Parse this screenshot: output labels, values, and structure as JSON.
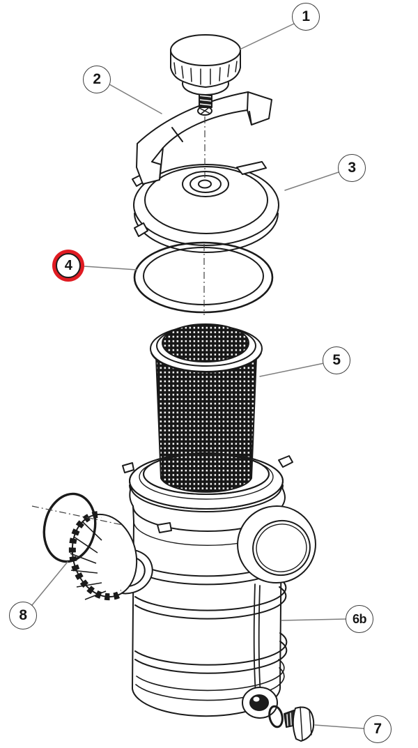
{
  "diagram": {
    "type": "exploded-parts-diagram",
    "background_color": "#ffffff",
    "line_color": "#1a1a1a",
    "leader_color": "#7d7d7d",
    "highlight_color": "#e01b22",
    "callouts": [
      {
        "label": "1",
        "highlighted": false
      },
      {
        "label": "2",
        "highlighted": false
      },
      {
        "label": "3",
        "highlighted": false
      },
      {
        "label": "4",
        "highlighted": true
      },
      {
        "label": "5",
        "highlighted": false
      },
      {
        "label": "6b",
        "highlighted": false
      },
      {
        "label": "7",
        "highlighted": false
      },
      {
        "label": "8",
        "highlighted": false
      }
    ]
  }
}
